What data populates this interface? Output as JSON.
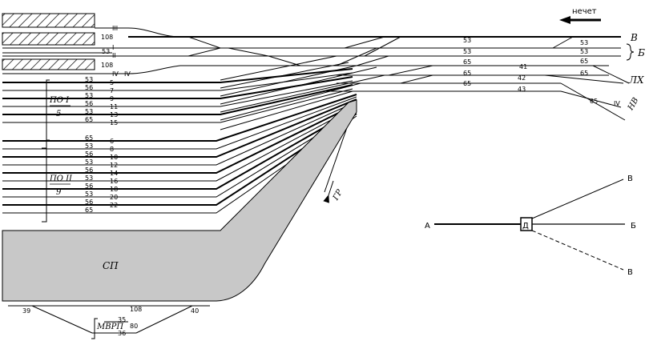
{
  "header": {
    "direction_label": "нечет"
  },
  "lead_tracks": [
    {
      "roman": "III",
      "length": "108"
    },
    {
      "roman": "I",
      "length": "53"
    },
    {
      "roman": "II",
      "length": "108"
    },
    {
      "roman": "IV",
      "length": ""
    }
  ],
  "destinations": {
    "v": "В",
    "b": "Б",
    "lh": "ЛХ",
    "hv": "НВ",
    "gr": "ГР"
  },
  "main_lengths": {
    "top_row": [
      "53",
      "53"
    ],
    "second": [
      "53",
      "53"
    ],
    "third": [
      "65",
      "41",
      "65"
    ],
    "fourth": [
      "65",
      "42",
      "65"
    ],
    "fifth": [
      "65",
      "43"
    ],
    "branch": "65",
    "hv_roman": "IV"
  },
  "park1": {
    "label": "ПО I",
    "sub": "5",
    "rows": [
      {
        "length": "53",
        "num": "5"
      },
      {
        "length": "56",
        "num": "7"
      },
      {
        "length": "53",
        "num": "9"
      },
      {
        "length": "56",
        "num": "11"
      },
      {
        "length": "53",
        "num": "13"
      },
      {
        "length": "65",
        "num": "15"
      }
    ]
  },
  "park2": {
    "label": "ПО II",
    "sub": "9",
    "rows": [
      {
        "length": "65",
        "num": "6"
      },
      {
        "length": "53",
        "num": "8"
      },
      {
        "length": "56",
        "num": "10"
      },
      {
        "length": "53",
        "num": "12"
      },
      {
        "length": "56",
        "num": "14"
      },
      {
        "length": "53",
        "num": "16"
      },
      {
        "length": "56",
        "num": "18"
      },
      {
        "length": "53",
        "num": "20"
      },
      {
        "length": "56",
        "num": "22"
      },
      {
        "length": "65",
        "num": ""
      }
    ]
  },
  "hump": {
    "label": "СП"
  },
  "bottom": {
    "left_num": "39",
    "right_num": "40",
    "mid_length": "108",
    "label": "МВРП",
    "upper_num": "35",
    "lower_num": "36",
    "length_80": "80"
  },
  "legend": {
    "a": "А",
    "d": "Д",
    "b": "Б",
    "v_top": "В",
    "v_bottom": "В"
  },
  "colors": {
    "track": "#000000",
    "hatch": "#000000",
    "hump_fill": "#c8c8c8"
  }
}
